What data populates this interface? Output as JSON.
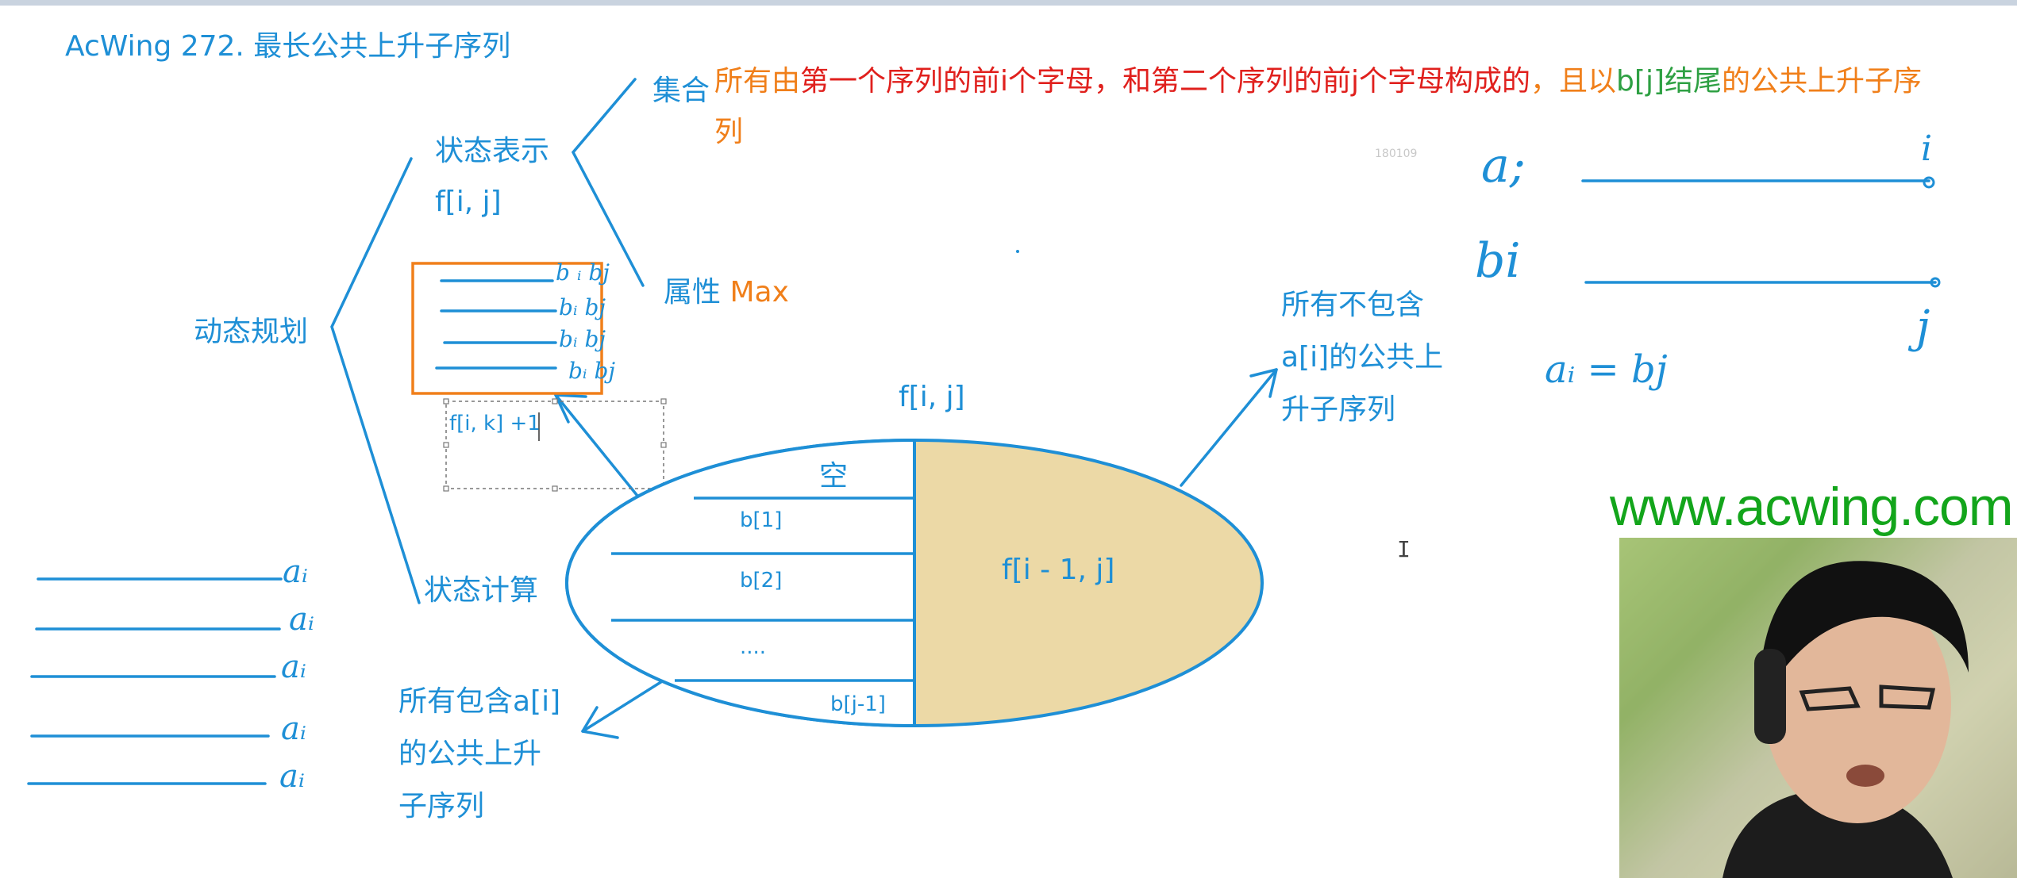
{
  "title": "AcWing 272. 最长公共上升子序列",
  "tree": {
    "root": "动态规划",
    "state_repr": "状态表示",
    "state_fn": "f[i, j]",
    "state_calc": "状态计算",
    "set_label": "集合",
    "attr_label": "属性",
    "attr_value": "Max"
  },
  "set_desc": {
    "part1": "所有由",
    "part2": "第一个序列的前i个字母，和第二个序列的前j个字母构成的",
    "part3": "，且以",
    "part4": "b[j]结尾",
    "part5": "的公共上升子序",
    "part6": "列"
  },
  "watermark_small": "180109",
  "box_formula": "f[i, k] +1",
  "ellipse": {
    "top_label": "f[i, j]",
    "empty": "空",
    "rows": [
      "b[1]",
      "b[2]",
      "....",
      "b[j-1]"
    ],
    "right": "f[i - 1, j]"
  },
  "right_note": [
    "所有不包含",
    "a[i]的公共上",
    "升子序列"
  ],
  "left_note": [
    "所有包含a[i]",
    "的公共上升",
    "子序列"
  ],
  "handwriting": {
    "ai": "a;",
    "bi": "bi",
    "i_mark": "i",
    "j_mark": "j",
    "eq": "aᵢ = bj",
    "box_rows": [
      [
        "b ᵢ",
        "bj"
      ],
      [
        "bᵢ",
        "bj"
      ],
      [
        "bᵢ",
        "bj"
      ],
      [
        "bᵢ",
        "bj"
      ]
    ],
    "left_lines": [
      "aᵢ",
      "aᵢ",
      "aᵢ",
      "aᵢ",
      "aᵢ"
    ]
  },
  "site": "www.acwing.com",
  "colors": {
    "blue": "#1e8fd6",
    "orange": "#f07f1a",
    "red": "#e0201d",
    "green": "#2ea043",
    "fill": "#ecd9a6"
  }
}
